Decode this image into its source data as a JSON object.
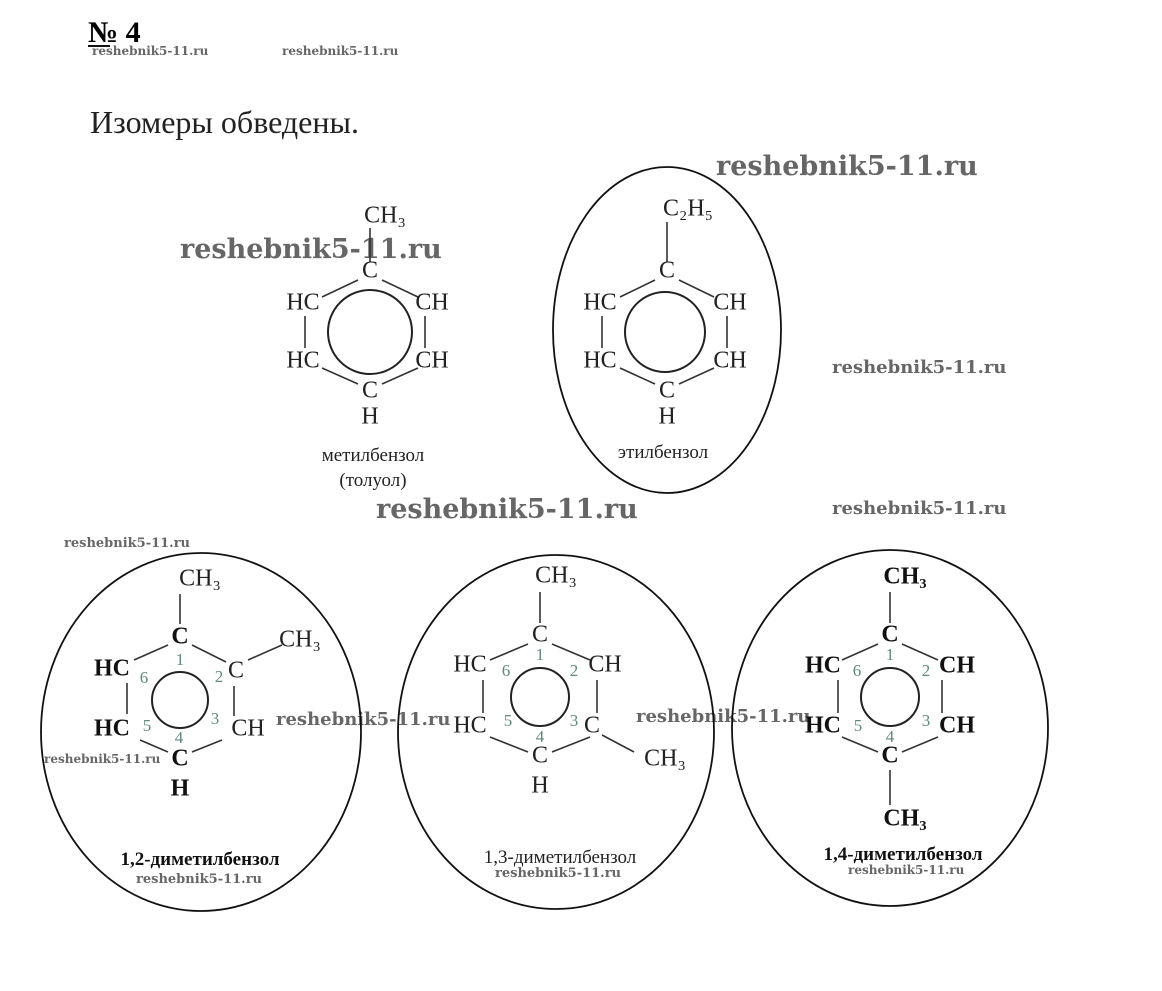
{
  "header": {
    "number": "№ 4",
    "subtitle": "Изомеры обведены."
  },
  "watermark": "reshebnik5-11.ru",
  "molecules": {
    "toluene": {
      "sub": "CH₃",
      "c1": "C",
      "hc6": "HC",
      "ch2": "CH",
      "hc5": "HC",
      "ch3": "CH",
      "c4": "C",
      "h": "H",
      "name": "метилбензол",
      "alt": "(толуол)"
    },
    "ethylbenzene": {
      "sub": "C₂H₅",
      "c1": "C",
      "hc6": "HC",
      "ch2": "CH",
      "hc5": "HC",
      "ch3": "CH",
      "c4": "C",
      "h": "H",
      "name": "этилбензол"
    },
    "xylene12": {
      "sub1": "CH₃",
      "sub2": "CH₃",
      "c1": "C",
      "hc6": "HC",
      "c2": "C",
      "hc5": "HC",
      "ch3": "CH",
      "c4": "C",
      "h": "H",
      "name": "1,2-диметилбензол",
      "n": [
        "1",
        "2",
        "3",
        "4",
        "5",
        "6"
      ]
    },
    "xylene13": {
      "sub1": "CH₃",
      "sub3": "CH₃",
      "c1": "C",
      "hc6": "HC",
      "ch2": "CH",
      "hc5": "HC",
      "c3": "C",
      "c4": "C",
      "h": "H",
      "name": "1,3-диметилбензол",
      "n": [
        "1",
        "2",
        "3",
        "4",
        "5",
        "6"
      ]
    },
    "xylene14": {
      "sub1": "CH₃",
      "sub4": "CH₃",
      "c1": "C",
      "hc6": "HC",
      "ch2": "CH",
      "hc5": "HC",
      "ch3": "CH",
      "c4": "C",
      "name": "1,4-диметилбензол",
      "n": [
        "1",
        "2",
        "3",
        "4",
        "5",
        "6"
      ]
    }
  }
}
